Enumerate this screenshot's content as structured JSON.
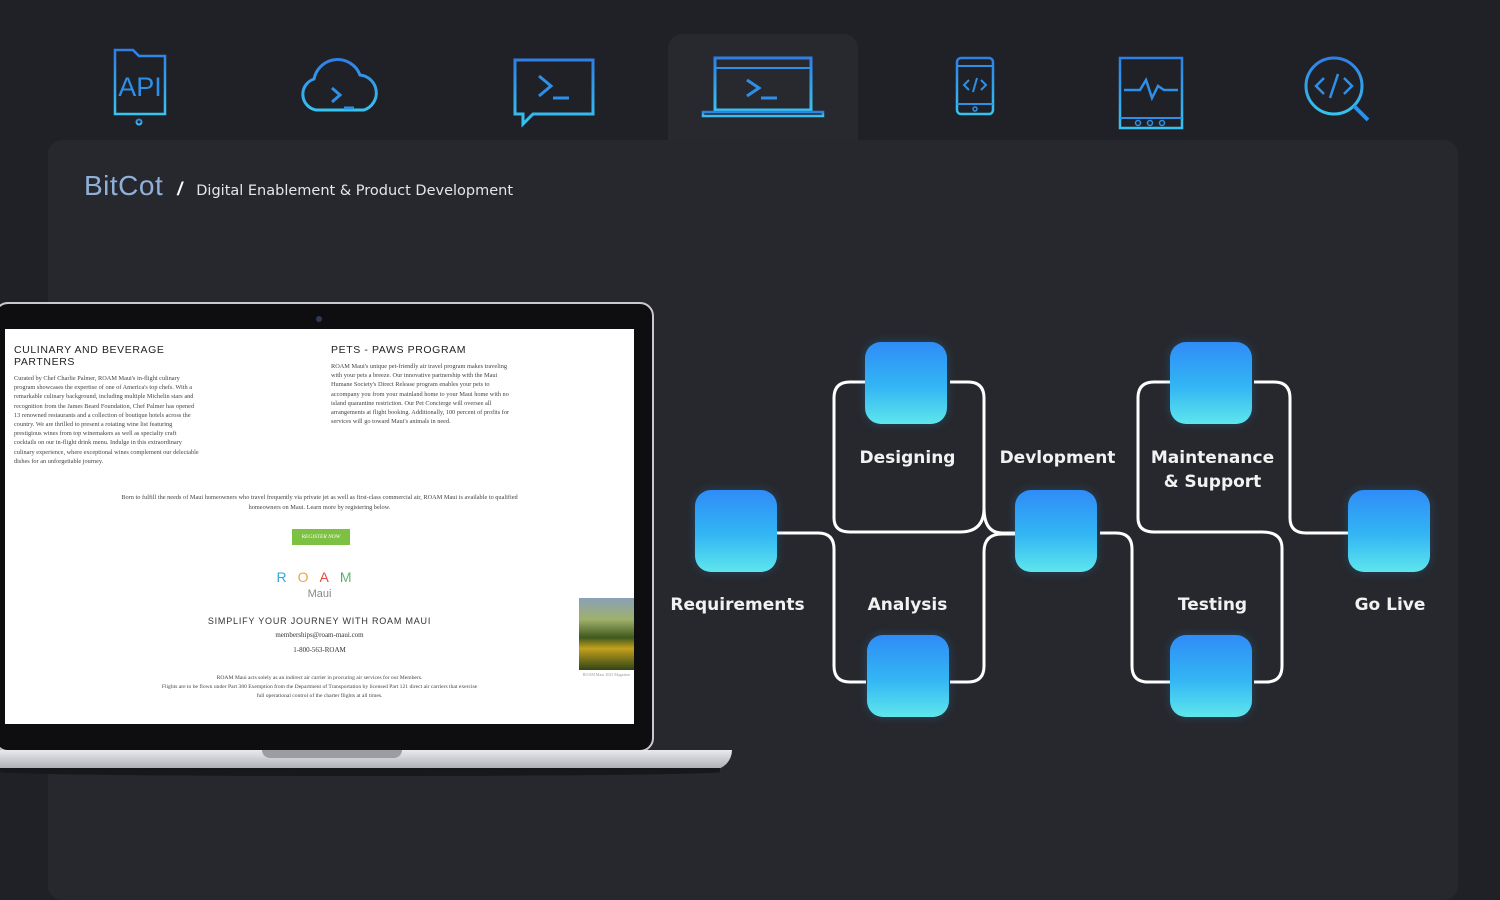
{
  "icons": [
    {
      "name": "api-folder-icon",
      "label": "API"
    },
    {
      "name": "cloud-terminal-icon"
    },
    {
      "name": "chat-terminal-icon"
    },
    {
      "name": "laptop-terminal-icon",
      "active": true
    },
    {
      "name": "mobile-code-icon"
    },
    {
      "name": "monitor-pulse-icon"
    },
    {
      "name": "code-search-icon"
    }
  ],
  "breadcrumb": {
    "brand": "BitCot",
    "separator": "/",
    "page": "Digital Enablement & Product Development"
  },
  "laptop_screen": {
    "culinary": {
      "heading": "CULINARY AND BEVERAGE PARTNERS",
      "text": "Curated by Chef Charlie Palmer, ROAM Maui's in-flight culinary program showcases the expertise of one of America's top chefs. With a remarkable culinary background, including multiple Michelin stars and recognition from the James Beard Foundation, Chef Palmer has opened 13 renowned restaurants and a collection of boutique hotels across the country. We are thrilled to present a rotating wine list featuring prestigious wines from top winemakers as well as specialty craft cocktails on our in-flight drink menu. Indulge in this extraordinary culinary experience, where exceptional wines complement our delectable dishes for an unforgettable journey."
    },
    "pets": {
      "heading": "PETS - PAWS PROGRAM",
      "text": "ROAM Maui's unique pet-friendly air travel program makes traveling with your pets a breeze. Our innovative partnership with the Maui Humane Society's Direct Release program enables your pets to accompany you from your mainland home to your Maui home with no island quarantine restriction. Our Pet Concierge will oversee all arrangements at flight booking. Additionally, 100 percent of profits for services will go toward Maui's animals in need."
    },
    "intro": "Born to fulfill the needs of Maui homeowners who travel frequently via private jet as well as first-class commercial air, ROAM Maui is available to qualified homeowners on Maui. Learn more by registering below.",
    "register_label": "REGISTER NOW",
    "logo_text": "ROAM",
    "logo_sub": "Maui",
    "tagline": "SIMPLIFY YOUR JOURNEY WITH ROAM MAUI",
    "email": "memberships@roam-maui.com",
    "phone": "1-800-563-ROAM",
    "disclaimer_1": "ROAM Maui acts solely as an indirect air carrier in procuring air services for our Members.",
    "disclaimer_2": "Flights are to be flown under Part 380 Exemption from the Department of Transportation by licensed Part 121 direct air carriers that exercise",
    "disclaimer_3": "full operational control of the charter flights at all times.",
    "thumb_caption": "ROAM Maui 2023 Magazine",
    "logo_colors": [
      "#2fa8d8",
      "#f0a33a",
      "#e0483f",
      "#5bb56a"
    ]
  },
  "process": {
    "stages": [
      "Requirements",
      "Designing",
      "Analysis",
      "Devlopment",
      "Maintenance & Support",
      "Testing",
      "Go Live"
    ],
    "node_gradient": [
      "#2f8cf7",
      "#5ee6ec"
    ]
  },
  "colors": {
    "background": "#202126",
    "panel": "#27282d",
    "icon_accent": "#2d8fe8",
    "brand": "#8fb0d8"
  }
}
